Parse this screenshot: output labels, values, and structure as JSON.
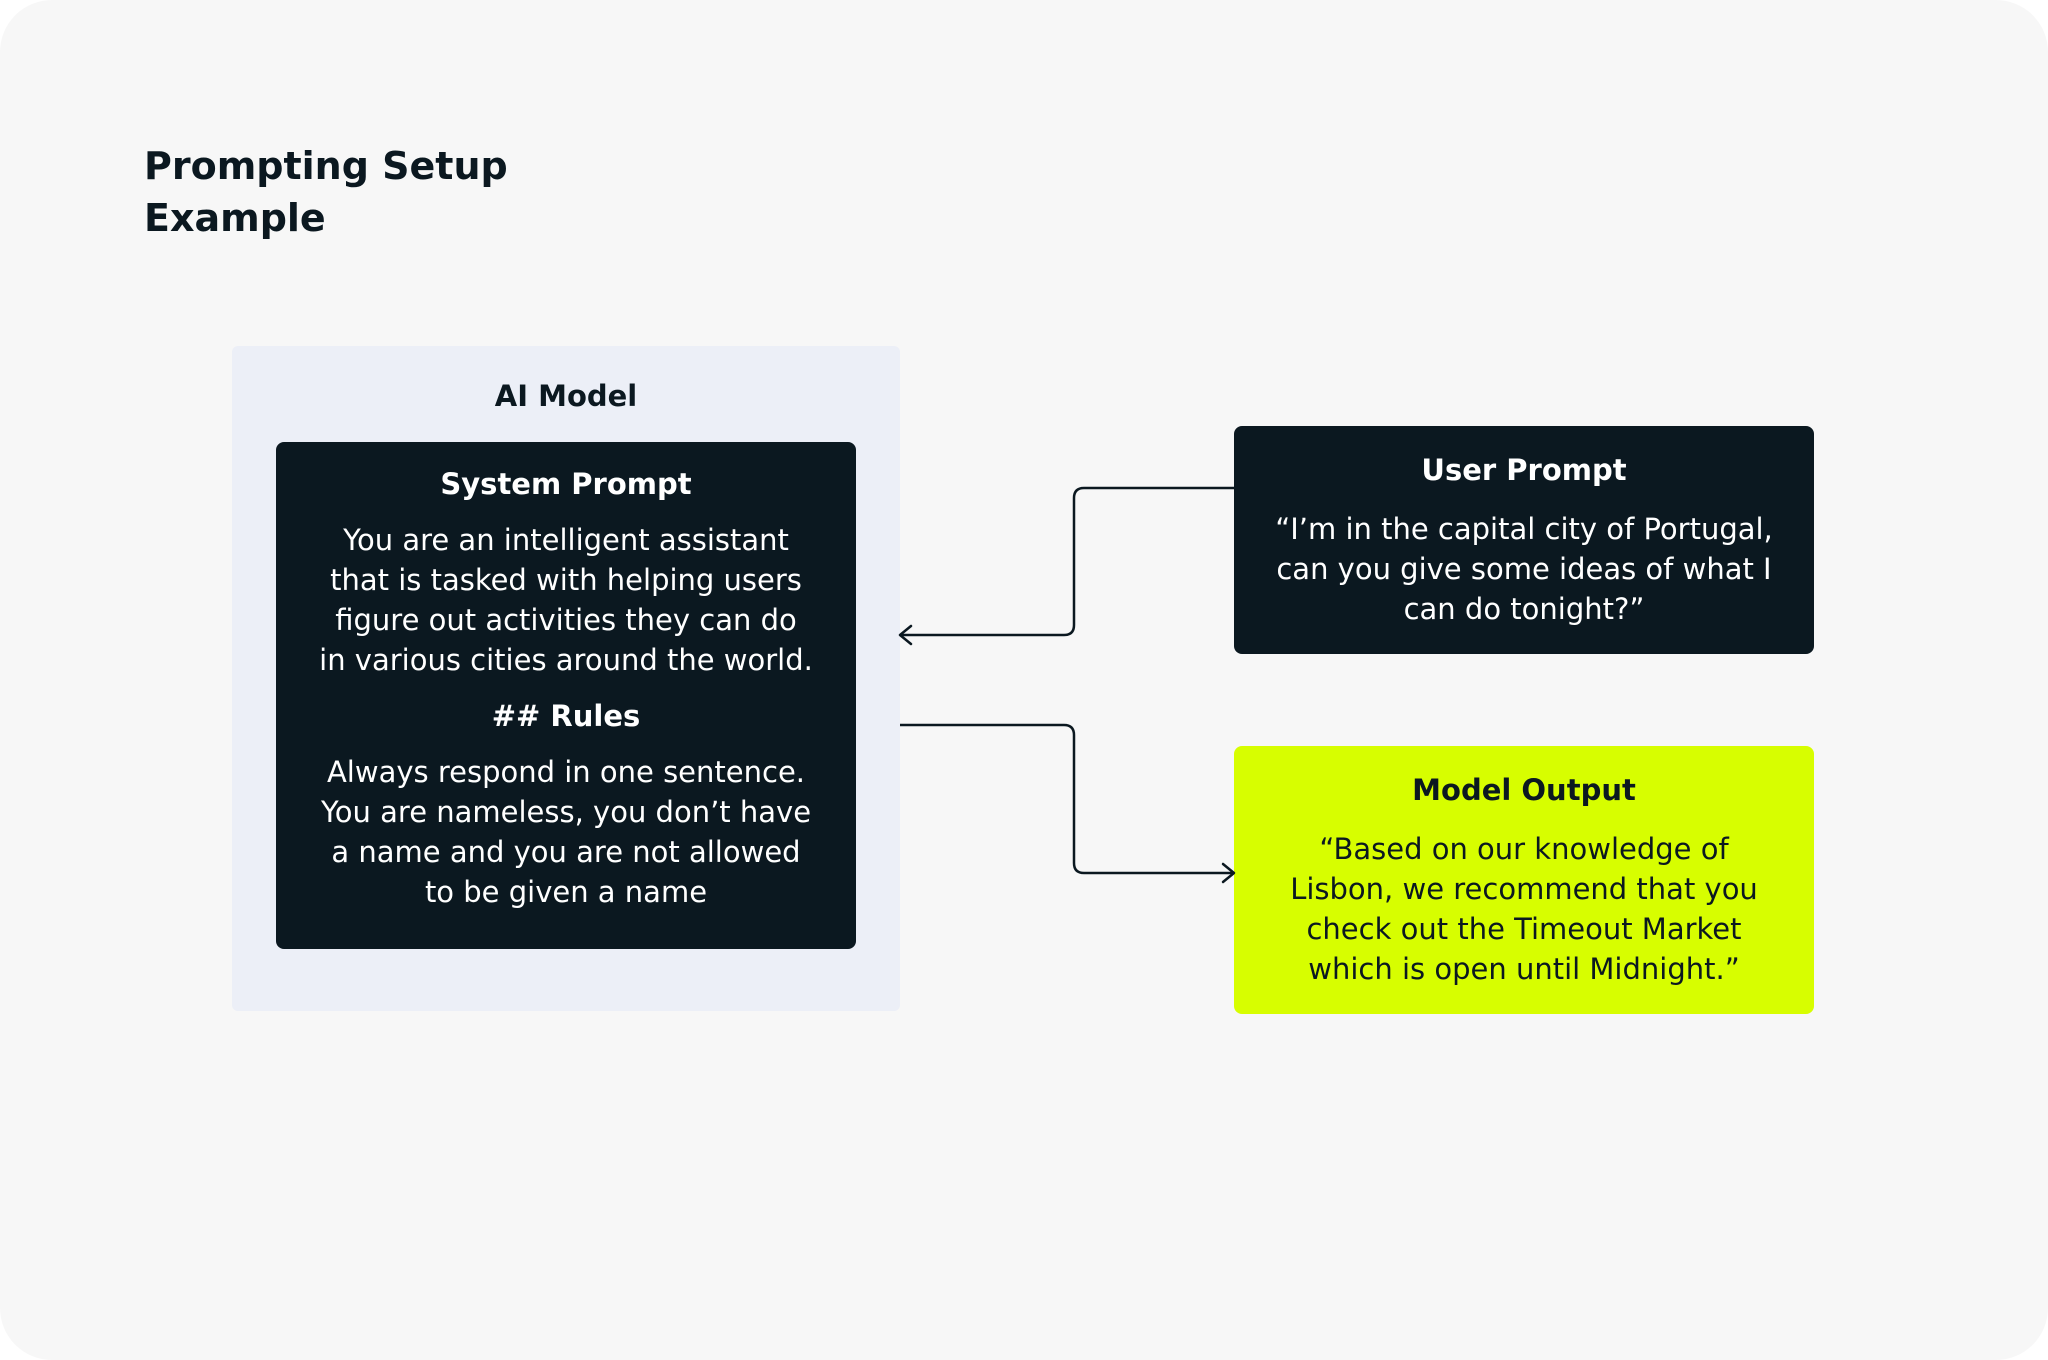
{
  "page": {
    "title_line1": "Prompting Setup",
    "title_line2": "Example"
  },
  "ai_model": {
    "label": "AI Model",
    "system_prompt": {
      "heading": "System Prompt",
      "description": "You are an intelligent assistant\nthat is tasked with helping users\nfigure out activities they can do\nin various cities around the world.",
      "rules_heading": "## Rules",
      "rules": "Always respond in one sentence.\nYou are nameless, you don’t have\na name and you are not allowed\nto be given a name"
    }
  },
  "user_prompt": {
    "heading": "User Prompt",
    "text": "“I’m in the capital city of Portugal,\ncan you give some ideas of what I\ncan do tonight?”"
  },
  "model_output": {
    "heading": "Model Output",
    "text": "“Based on our knowledge of\nLisbon, we recommend that you\ncheck out the Timeout Market\nwhich is open until Midnight.”"
  },
  "colors": {
    "background": "#f7f7f7",
    "container": "#eceff7",
    "dark_box": "#0b1820",
    "accent": "#d7fe00",
    "line": "#0b1820"
  }
}
